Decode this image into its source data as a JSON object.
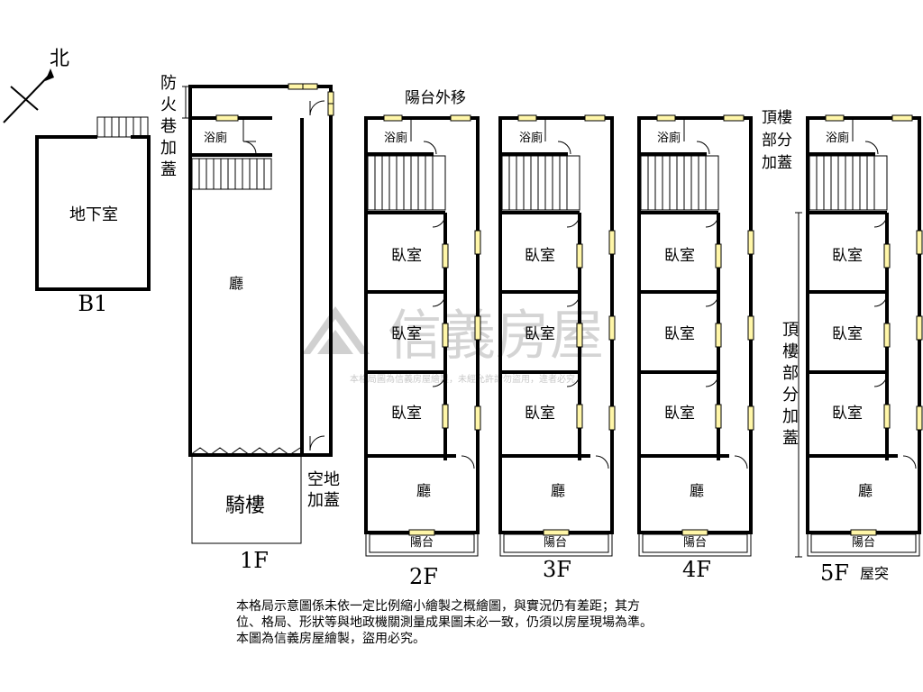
{
  "compass": {
    "label": "北"
  },
  "b1": {
    "room": "地下室",
    "floor_label": "B1"
  },
  "f1": {
    "hall": "廳",
    "bath": "浴廁",
    "arcade": "騎樓",
    "floor_label": "1F",
    "note_side_top": [
      "防",
      "火",
      "巷",
      "加",
      "蓋"
    ],
    "note_side_bottom": [
      "空地",
      "加蓋"
    ]
  },
  "typical": {
    "bath": "浴廁",
    "bedroom": "臥室",
    "hall": "廳",
    "balcony": "陽台"
  },
  "upper_floors": [
    "2F",
    "3F",
    "4F",
    "5F"
  ],
  "balcony_note": "陽台外移",
  "roof_label": "屋突",
  "rooftop_note_top": [
    "頂樓",
    "部分",
    "加蓋"
  ],
  "rooftop_note_side": [
    "頂",
    "樓",
    "部",
    "分",
    "加",
    "蓋"
  ],
  "watermark": {
    "brand": "信義房屋",
    "tagline": "本格局圖為信義房屋繪製，未經允許請勿盜用，違者必究"
  },
  "disclaimer": [
    "本格局示意圖係未依一定比例縮小繪製之概繪圖，與實況仍有差距；其方",
    "位、格局、形狀等與地政機關測量成果圖未必一致，仍須以房屋現場為準。",
    "本圖為信義房屋繪製，盜用必究。"
  ]
}
